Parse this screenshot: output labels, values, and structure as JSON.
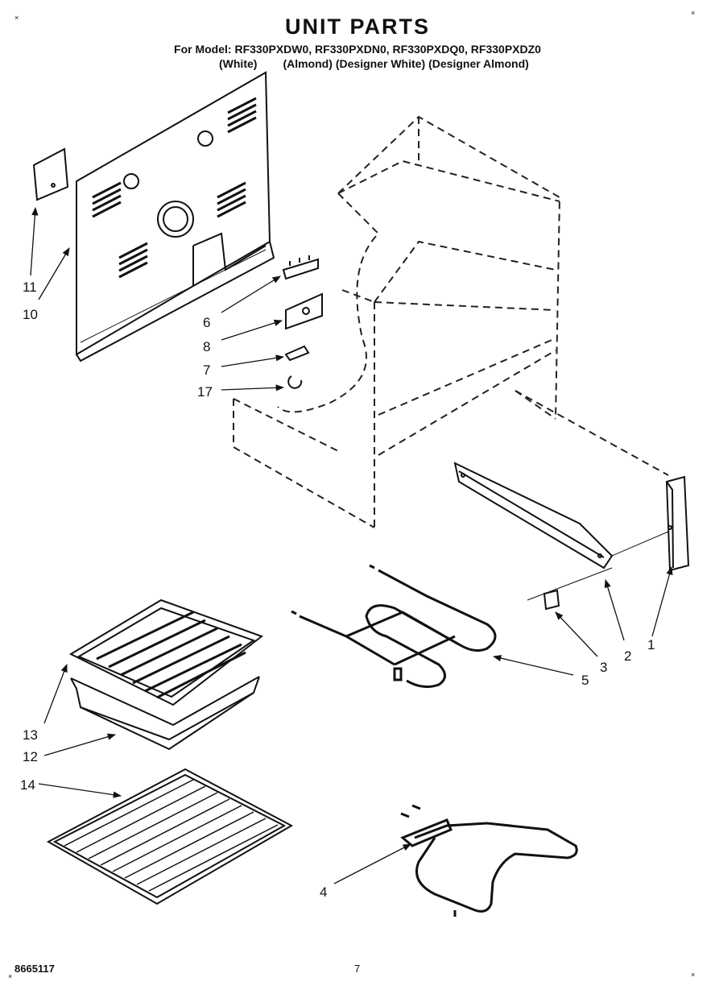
{
  "header": {
    "title": "UNIT PARTS",
    "models_line": "For Model: RF330PXDW0, RF330PXDN0, RF330PXDQ0, RF330PXDZ0",
    "colors": [
      "(White)",
      "(Almond)",
      "(Designer White)",
      "(Designer Almond)"
    ]
  },
  "callouts": {
    "c1": "1",
    "c2": "2",
    "c3": "3",
    "c4": "4",
    "c5": "5",
    "c6": "6",
    "c7": "7",
    "c8": "8",
    "c10": "10",
    "c11": "11",
    "c12": "12",
    "c13": "13",
    "c14": "14",
    "c17": "17"
  },
  "footer": {
    "code": "8665117",
    "page": "7"
  },
  "marks": {
    "corner": "×"
  }
}
